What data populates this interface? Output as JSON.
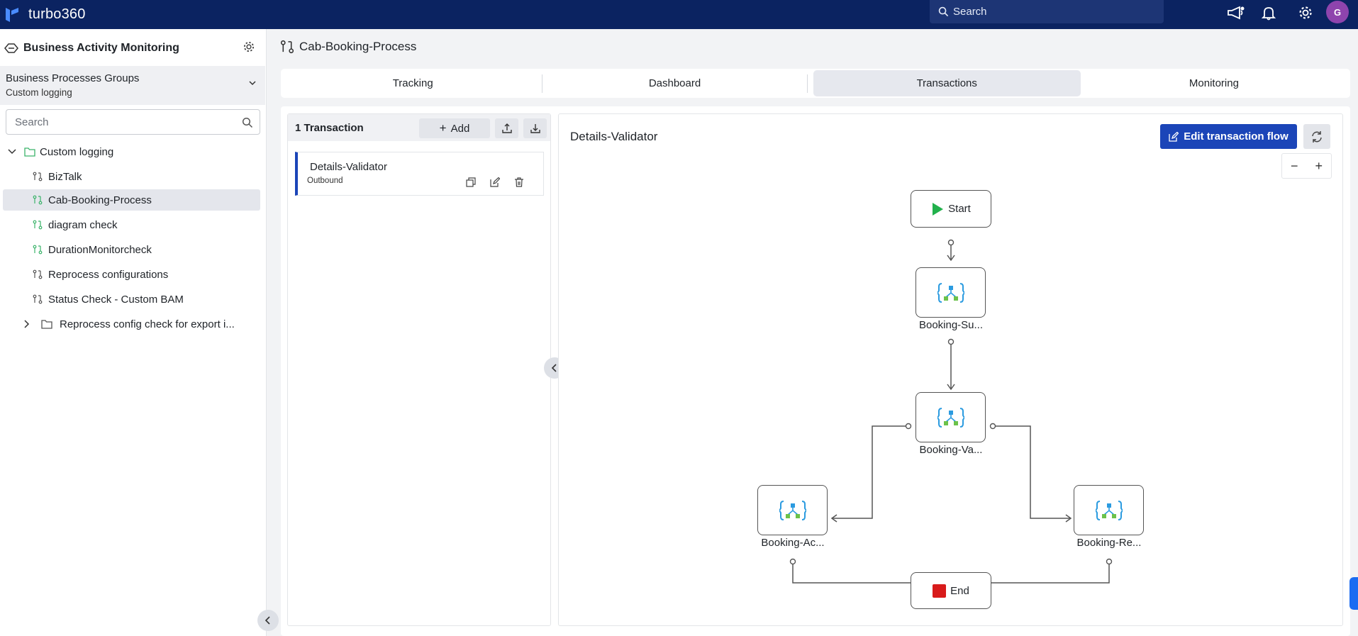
{
  "app": {
    "name": "turbo360",
    "search_placeholder": "Search",
    "avatar_initial": "G"
  },
  "sidebar": {
    "title": "Business Activity Monitoring",
    "group": {
      "label": "Business Processes Groups",
      "value": "Custom logging"
    },
    "search_placeholder": "Search",
    "folder": "Custom logging",
    "items": [
      {
        "label": "BizTalk"
      },
      {
        "label": "Cab-Booking-Process"
      },
      {
        "label": "diagram check"
      },
      {
        "label": "DurationMonitorcheck"
      },
      {
        "label": "Reprocess configurations"
      },
      {
        "label": "Status Check - Custom BAM"
      }
    ],
    "subfolder": "Reprocess config check for export i..."
  },
  "page": {
    "title": "Cab-Booking-Process"
  },
  "tabs": [
    {
      "label": "Tracking"
    },
    {
      "label": "Dashboard"
    },
    {
      "label": "Transactions"
    },
    {
      "label": "Monitoring"
    }
  ],
  "transactions": {
    "count_label": "1 Transaction",
    "add_label": "Add",
    "items": [
      {
        "name": "Details-Validator",
        "direction": "Outbound"
      }
    ]
  },
  "flow": {
    "title": "Details-Validator",
    "edit_label": "Edit transaction flow",
    "zoom_out": "−",
    "zoom_in": "+",
    "nodes": {
      "start": "Start",
      "booking_su": "Booking-Su...",
      "booking_va": "Booking-Va...",
      "booking_ac": "Booking-Ac...",
      "booking_re": "Booking-Re...",
      "end": "End"
    }
  },
  "colors": {
    "topbar": "#0b2361",
    "accent": "#1b45b8",
    "start": "#22b14c",
    "end": "#d81b1b"
  }
}
